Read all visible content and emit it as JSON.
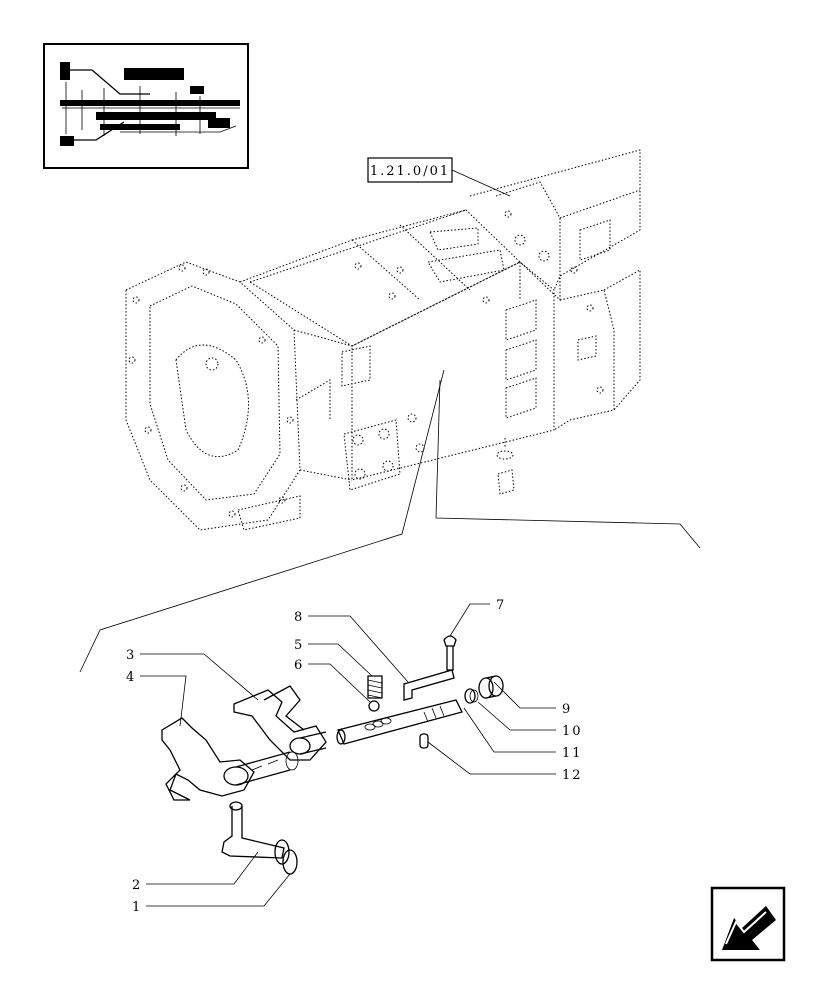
{
  "reference_box": {
    "label": "1.21.0/01"
  },
  "parts": [
    {
      "number": "1"
    },
    {
      "number": "2"
    },
    {
      "number": "3"
    },
    {
      "number": "4"
    },
    {
      "number": "5"
    },
    {
      "number": "6"
    },
    {
      "number": "7"
    },
    {
      "number": "8"
    },
    {
      "number": "9"
    },
    {
      "number": "10"
    },
    {
      "number": "11"
    },
    {
      "number": "12"
    }
  ],
  "icons": {
    "thumbnail": "transmission-thumbnail-icon",
    "navigation": "back-arrow-icon"
  },
  "colors": {
    "ink": "#000000",
    "background": "#ffffff"
  }
}
